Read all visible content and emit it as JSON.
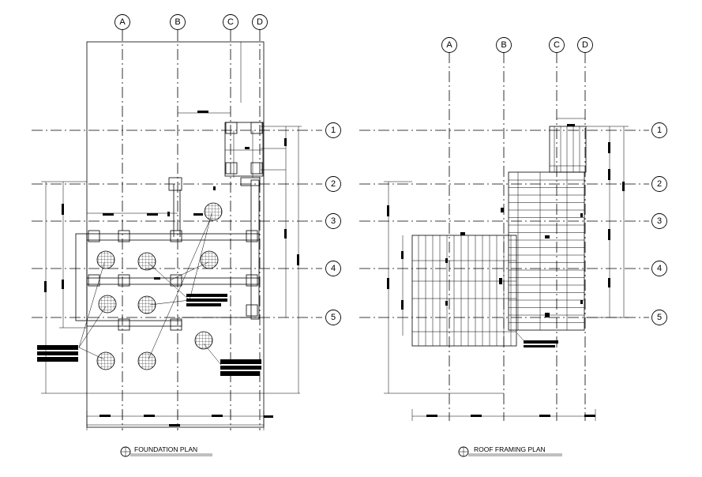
{
  "grid": {
    "columns": [
      "A",
      "B",
      "C",
      "D"
    ],
    "rows": [
      "1",
      "2",
      "3",
      "4",
      "5"
    ]
  },
  "plans": {
    "foundation": {
      "title": "FOUNDATION PLAN"
    },
    "roof": {
      "title": "ROOF FRAMING PLAN"
    }
  }
}
